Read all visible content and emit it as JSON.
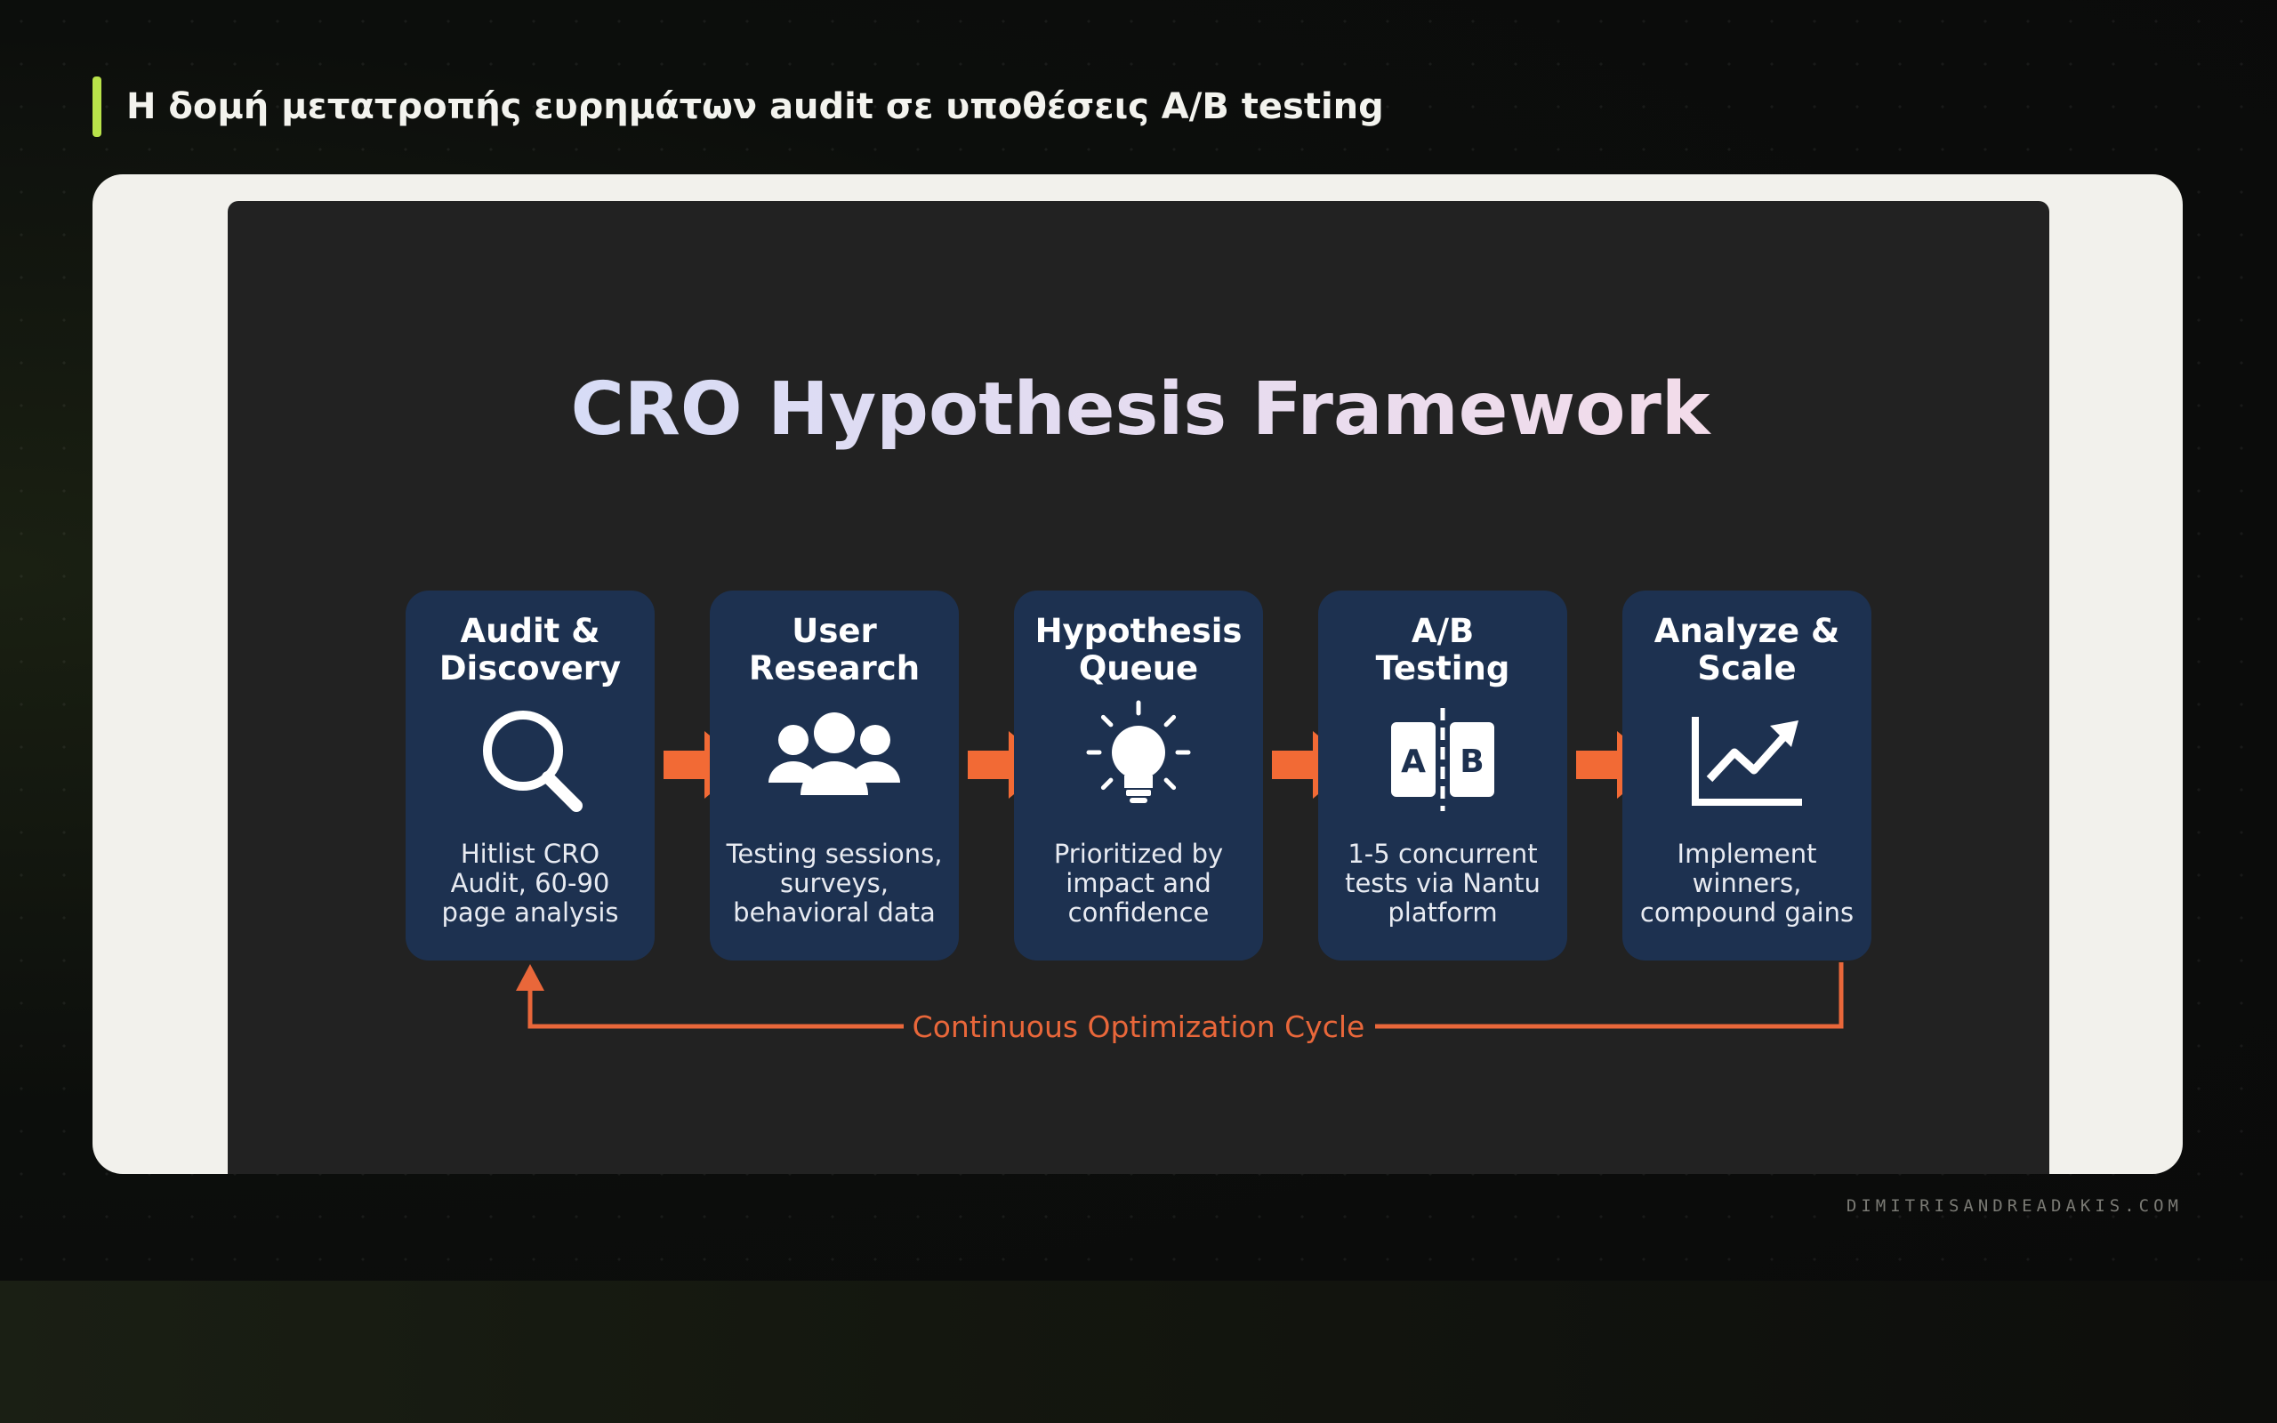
{
  "page": {
    "title": "Η δομή μετατροπής ευρημάτων audit σε υποθέσεις A/B testing",
    "footer": "DIMITRISANDREADAKIS.COM",
    "accent_color": "#b9e34a"
  },
  "diagram": {
    "title": "CRO Hypothesis Framework",
    "steps": [
      {
        "title": [
          "Audit &",
          "Discovery"
        ],
        "icon": "magnifier-icon",
        "desc": [
          "Hitlist CRO",
          "Audit, 60-90",
          "page analysis"
        ]
      },
      {
        "title": [
          "User",
          "Research"
        ],
        "icon": "users-icon",
        "desc": [
          "Testing sessions,",
          "surveys,",
          "behavioral data"
        ]
      },
      {
        "title": [
          "Hypothesis",
          "Queue"
        ],
        "icon": "lightbulb-icon",
        "desc": [
          "Prioritized by",
          "impact and",
          "confidence"
        ]
      },
      {
        "title": [
          "A/B",
          "Testing"
        ],
        "icon": "ab-split-icon",
        "desc": [
          "1-5 concurrent",
          "tests via Nantu",
          "platform"
        ]
      },
      {
        "title": [
          "Analyze &",
          "Scale"
        ],
        "icon": "growth-chart-icon",
        "desc": [
          "Implement",
          "winners,",
          "compound gains"
        ]
      }
    ],
    "ab_labels": {
      "a": "A",
      "b": "B"
    },
    "cycle_label": "Continuous Optimization Cycle",
    "colors": {
      "box": "#1d3150",
      "arrow": "#f26a35",
      "cycle": "#e9673a",
      "slide_bg": "#222222",
      "title_start": "#d7dcf6",
      "title_end": "#f3dcea"
    }
  }
}
